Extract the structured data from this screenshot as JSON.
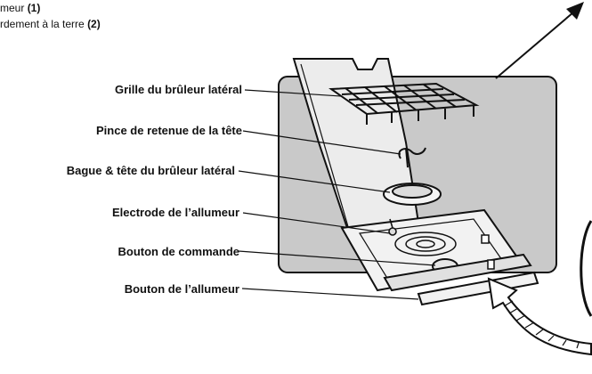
{
  "header_lines": [
    {
      "text": "meur",
      "num": "(1)"
    },
    {
      "text": "rdement à la terre",
      "num": "(2)"
    }
  ],
  "labels": [
    "Grille du brûleur latéral",
    "Pince de retenue de la tête",
    "Bague & tête du brûleur latéral",
    "Electrode de l’allumeur",
    "Bouton de commande",
    "Bouton de l’allumeur"
  ],
  "colors": {
    "panel": "#c9c9c9",
    "stroke": "#111111",
    "lid": "#ececec"
  }
}
